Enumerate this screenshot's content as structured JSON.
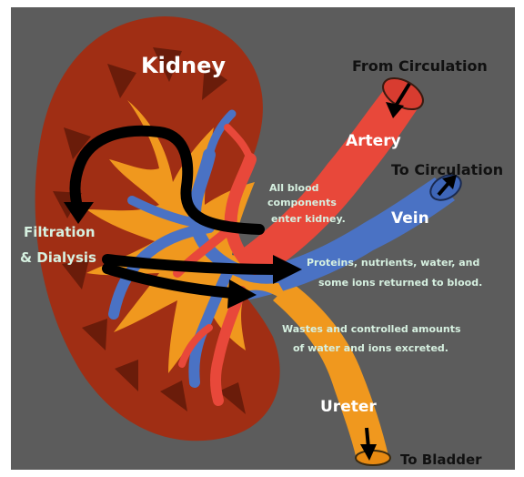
{
  "labels": {
    "kidney": "Kidney",
    "from_circulation": "From Circulation",
    "artery": "Artery",
    "to_circulation": "To Circulation",
    "vein": "Vein",
    "all_blood": [
      "All blood",
      "components",
      "enter kidney."
    ],
    "filtration": [
      "Filtration",
      "& Dialysis"
    ],
    "proteins": [
      "Proteins, nutrients, water, and",
      "some ions returned to blood."
    ],
    "wastes": [
      "Wastes and controlled amounts",
      "of water and ions excreted."
    ],
    "ureter": "Ureter",
    "to_bladder": "To Bladder"
  },
  "colors": {
    "background": "#5c5c5c",
    "kidney_outer": "#a02e14",
    "kidney_dark": "#6a1c0a",
    "pelvis_orange": "#f0981e",
    "artery_red": "#e8483a",
    "vein_blue": "#4a72c4",
    "text_white": "#ffffff",
    "text_light": "#d6f0e0",
    "text_dark": "#111111"
  }
}
